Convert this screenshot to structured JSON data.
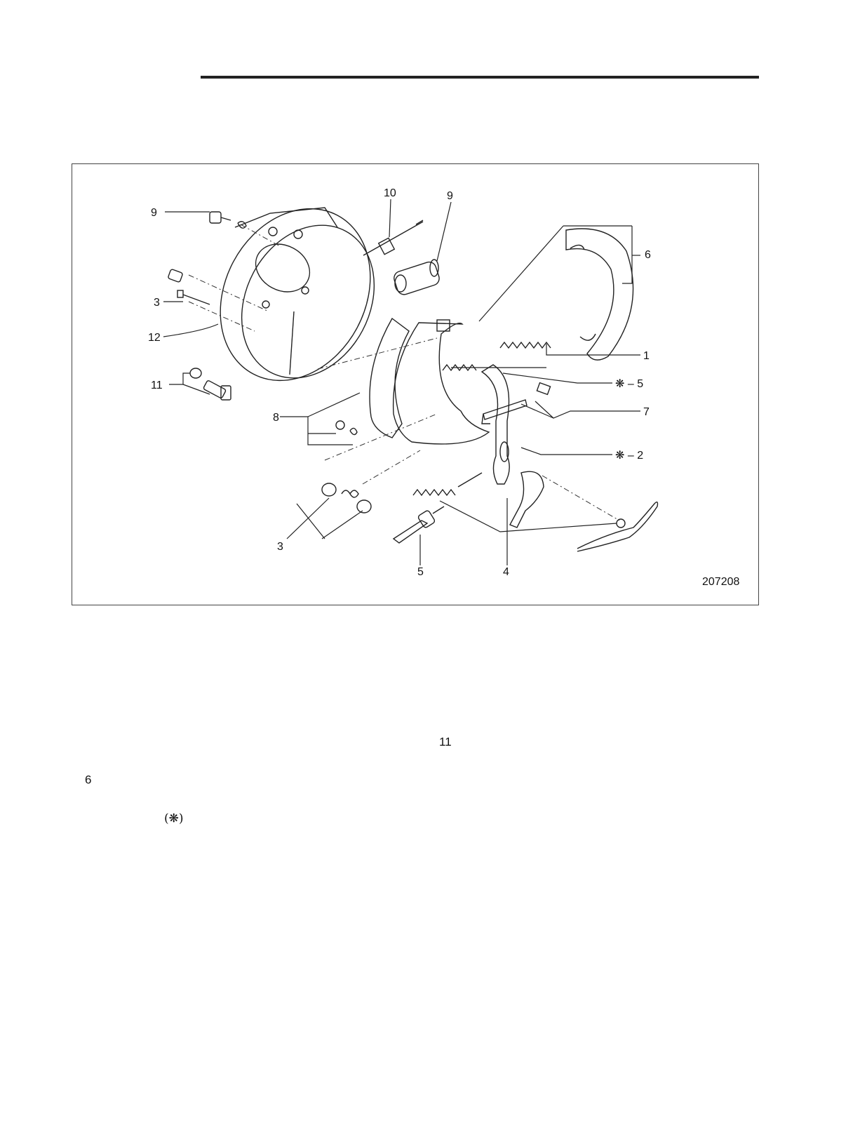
{
  "figure": {
    "number": "207208",
    "callouts": [
      {
        "id": "c9a",
        "text": "9"
      },
      {
        "id": "c10",
        "text": "10"
      },
      {
        "id": "c9b",
        "text": "9"
      },
      {
        "id": "c6",
        "text": "6"
      },
      {
        "id": "c3a",
        "text": "3"
      },
      {
        "id": "c12",
        "text": "12"
      },
      {
        "id": "c1",
        "text": "1"
      },
      {
        "id": "c5a",
        "text": "❋ – 5"
      },
      {
        "id": "c11",
        "text": "11"
      },
      {
        "id": "c7",
        "text": "7"
      },
      {
        "id": "c8",
        "text": "8"
      },
      {
        "id": "c2",
        "text": "❋ – 2"
      },
      {
        "id": "c3b",
        "text": "3"
      },
      {
        "id": "c5b",
        "text": "5"
      },
      {
        "id": "c4",
        "text": "4"
      }
    ]
  },
  "page": {
    "page_number": "11",
    "side_number": "6",
    "note_mark": "(❋)"
  }
}
